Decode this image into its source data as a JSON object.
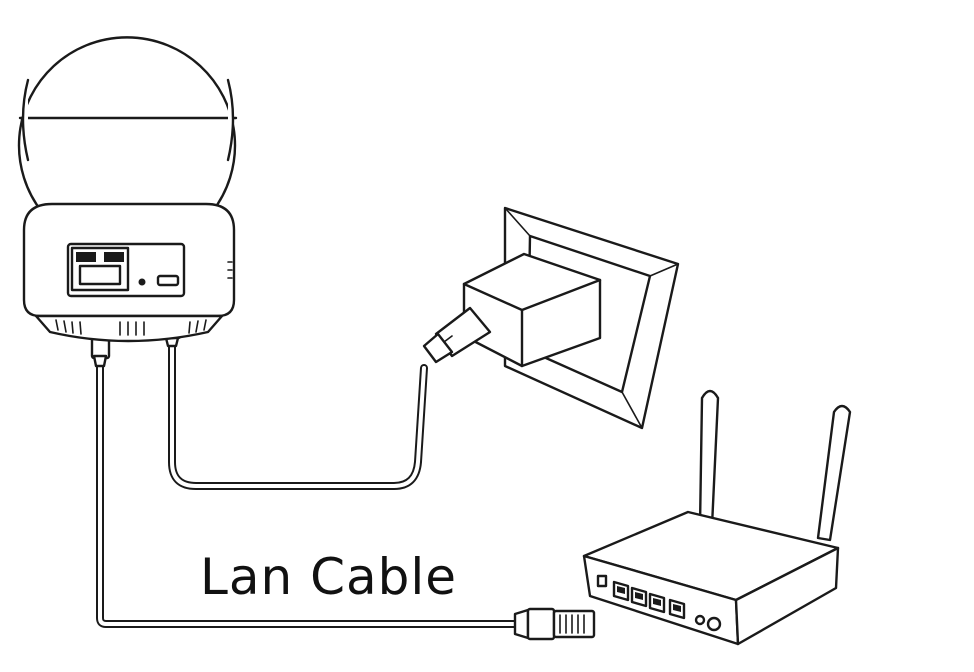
{
  "diagram": {
    "cable_label": "Lan Cable"
  },
  "components": {
    "camera": "camera-icon",
    "wall_socket": "wall-socket-icon",
    "power_adapter": "power-adapter-icon",
    "router": "router-icon",
    "lan_cable": "lan-cable",
    "power_cable": "power-cable"
  },
  "colors": {
    "line": "#1a1a1a",
    "background": "#ffffff"
  }
}
